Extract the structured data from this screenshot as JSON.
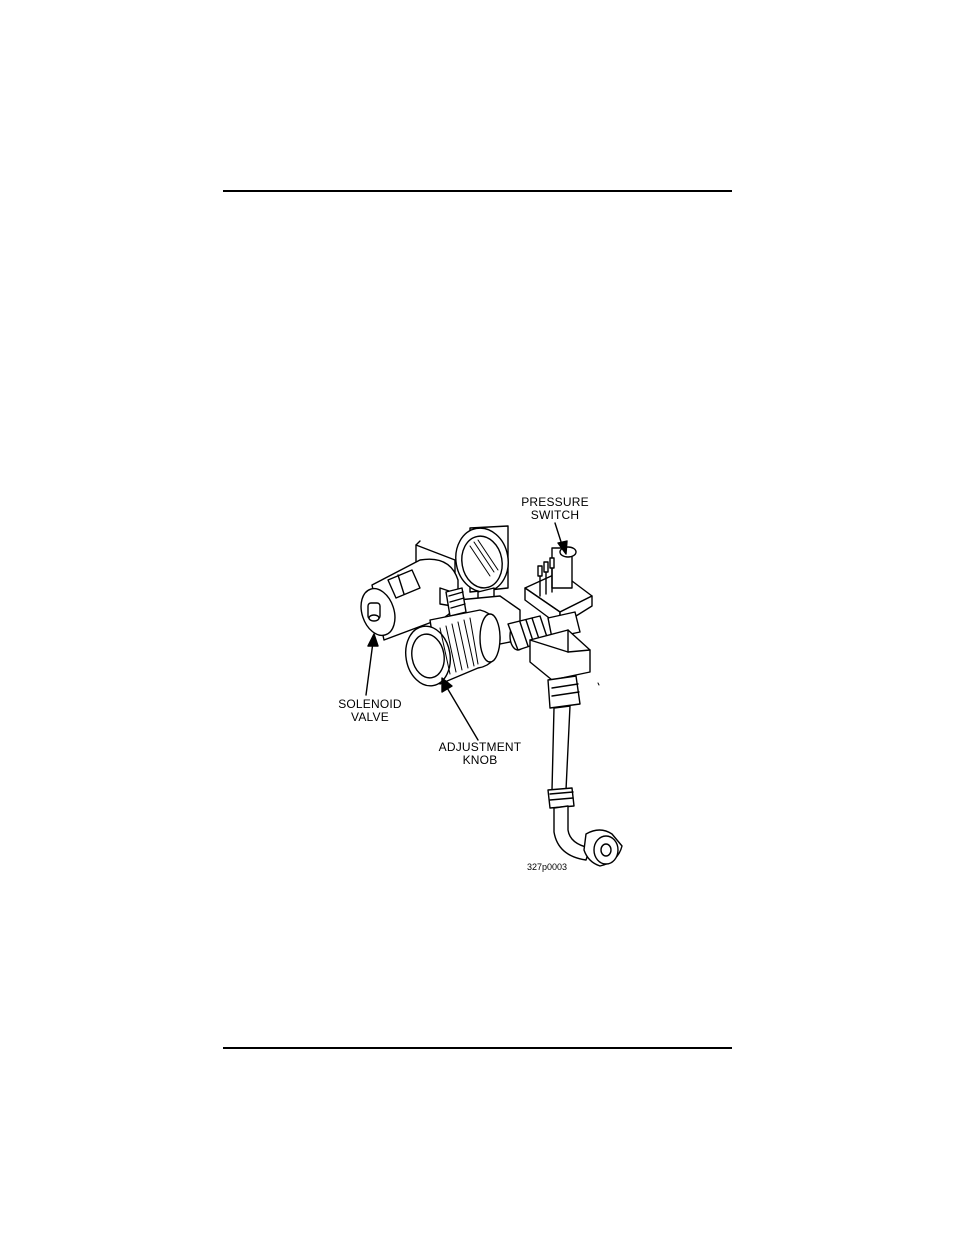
{
  "figure": {
    "labels": {
      "pressure_switch": [
        "PRESSURE",
        "SWITCH"
      ],
      "solenoid_valve": [
        "SOLENOID",
        "VALVE"
      ],
      "adjustment_knob": [
        "ADJUSTMENT",
        "KNOB"
      ]
    },
    "figure_id": "327p0003"
  }
}
